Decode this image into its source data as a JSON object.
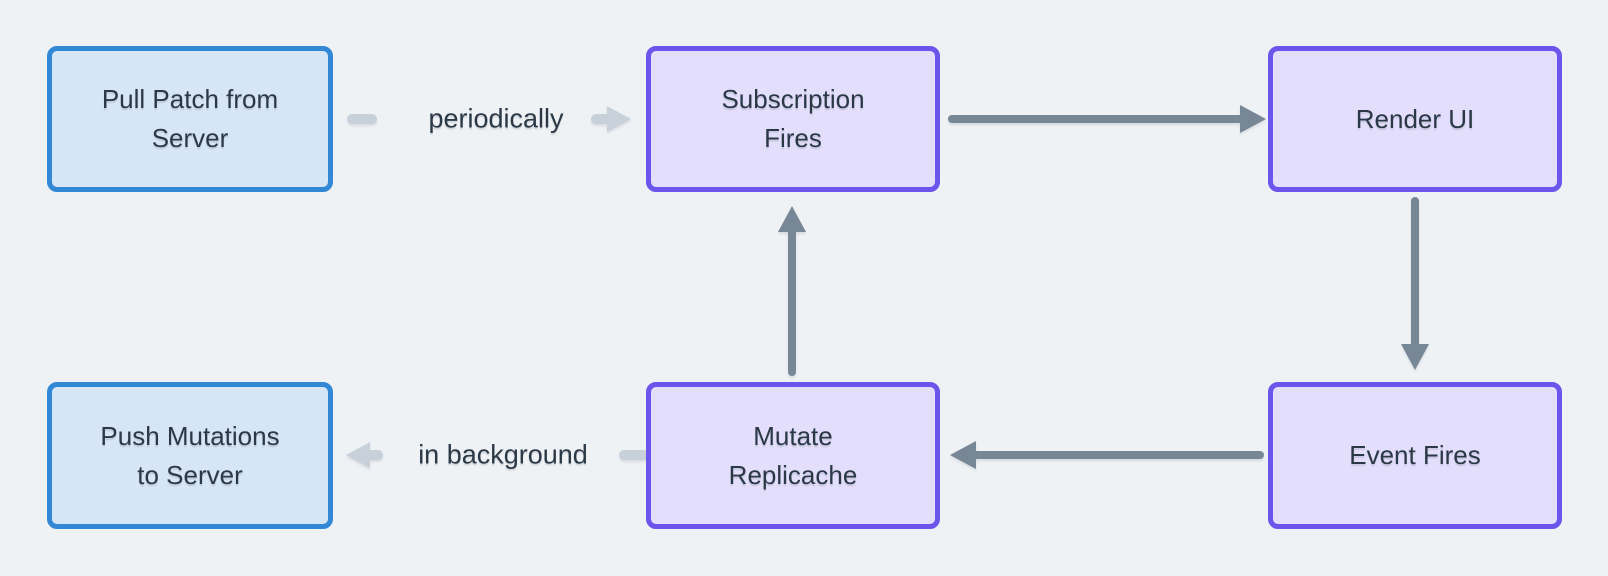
{
  "diagram": {
    "type": "flowchart",
    "nodes": [
      {
        "id": "pull-patch-from-server",
        "label": "Pull Patch from\nServer",
        "type": "blue"
      },
      {
        "id": "subscription-fires",
        "label": "Subscription\nFires",
        "type": "purple"
      },
      {
        "id": "render-ui",
        "label": "Render UI",
        "type": "purple"
      },
      {
        "id": "event-fires",
        "label": "Event Fires",
        "type": "purple"
      },
      {
        "id": "mutate-replicache",
        "label": "Mutate\nReplicache",
        "type": "purple"
      },
      {
        "id": "push-mutations-to-server",
        "label": "Push Mutations\nto Server",
        "type": "blue"
      }
    ],
    "edges": [
      {
        "from": "pull-patch-from-server",
        "to": "subscription-fires",
        "label": "periodically",
        "style": "light"
      },
      {
        "from": "subscription-fires",
        "to": "render-ui",
        "label": "",
        "style": "dark"
      },
      {
        "from": "render-ui",
        "to": "event-fires",
        "label": "",
        "style": "dark"
      },
      {
        "from": "event-fires",
        "to": "mutate-replicache",
        "label": "",
        "style": "dark"
      },
      {
        "from": "mutate-replicache",
        "to": "subscription-fires",
        "label": "",
        "style": "dark"
      },
      {
        "from": "mutate-replicache",
        "to": "push-mutations-to-server",
        "label": "in background",
        "style": "light"
      }
    ],
    "colors": {
      "background": "#eff2f5",
      "blue_fill": "#d6e6f6",
      "blue_border": "#3388d6",
      "purple_fill": "#e3defb",
      "purple_border": "#6b55ea",
      "dark_arrow": "#778795",
      "light_arrow": "#c8d1d9",
      "text": "#2b3947"
    }
  }
}
